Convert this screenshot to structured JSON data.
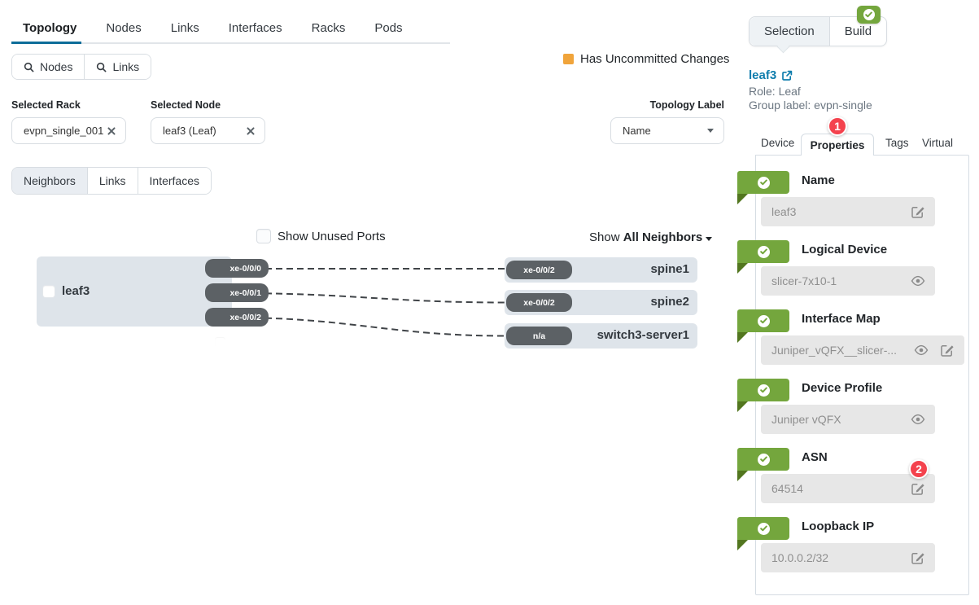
{
  "header": {
    "tabs": [
      {
        "label": "Topology"
      },
      {
        "label": "Nodes"
      },
      {
        "label": "Links"
      },
      {
        "label": "Interfaces"
      },
      {
        "label": "Racks"
      },
      {
        "label": "Pods"
      }
    ],
    "search_nodes": "Nodes",
    "search_links": "Links"
  },
  "filters": {
    "rack_label": "Selected Rack",
    "rack_value": "evpn_single_001",
    "node_label": "Selected Node",
    "node_value": "leaf3 (Leaf)",
    "topology_label": "Topology Label",
    "topology_value": "Name"
  },
  "legend": {
    "uncommitted": "Has Uncommitted Changes"
  },
  "subtabs": {
    "neighbors": "Neighbors",
    "links": "Links",
    "interfaces": "Interfaces"
  },
  "diagram": {
    "show_unused_ports": "Show Unused Ports",
    "show_prefix": "Show",
    "show_value": "All Neighbors",
    "node_name": "leaf3",
    "ports": [
      {
        "label": "xe-0/0/0"
      },
      {
        "label": "xe-0/0/1"
      },
      {
        "label": "xe-0/0/2"
      }
    ],
    "neighbors": [
      {
        "port": "xe-0/0/2",
        "name": "spine1"
      },
      {
        "port": "xe-0/0/2",
        "name": "spine2"
      },
      {
        "port": "n/a",
        "name": "switch3-server1"
      }
    ]
  },
  "panel": {
    "tab_selection": "Selection",
    "tab_build": "Build",
    "node_link": "leaf3",
    "role": "Role: Leaf",
    "group": "Group label: evpn-single",
    "tabs": {
      "device": "Device",
      "properties": "Properties",
      "tags": "Tags",
      "virtual": "Virtual"
    },
    "badge1": "1",
    "badge2": "2",
    "rows": [
      {
        "label": "Name",
        "value": "leaf3"
      },
      {
        "label": "Logical Device",
        "value": "slicer-7x10-1"
      },
      {
        "label": "Interface Map",
        "value": "Juniper_vQFX__slicer-..."
      },
      {
        "label": "Device Profile",
        "value": "Juniper vQFX"
      },
      {
        "label": "ASN",
        "value": "64514"
      },
      {
        "label": "Loopback IP",
        "value": "10.0.0.2/32"
      }
    ]
  },
  "colors": {
    "accent_blue": "#0d6d99",
    "link_blue": "#0f7dad",
    "status_green": "#74a63d",
    "warn_orange": "#f0a43b",
    "badge_red": "#f4424d"
  }
}
